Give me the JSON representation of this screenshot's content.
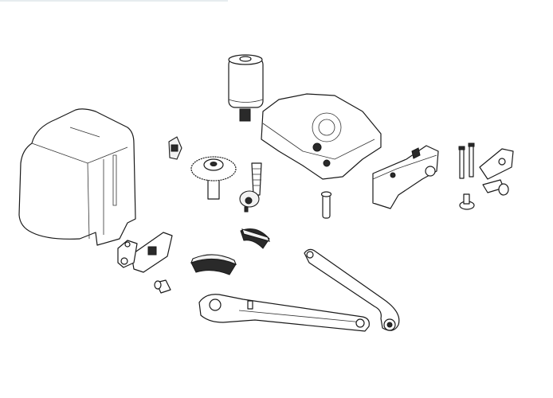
{
  "diagram": {
    "type": "exploded-parts-view",
    "line_color": "#1a1a1a",
    "background": "#ffffff",
    "parts": [
      "cover",
      "motor",
      "gearbox-housing",
      "connector",
      "gear",
      "worm-screw",
      "pin",
      "mounting-bracket",
      "bolts",
      "small-bracket",
      "screws",
      "limit-switch-plate",
      "cam-sector-upper",
      "cam-sector-lower",
      "small-screw",
      "arm-lower",
      "arm-upper"
    ]
  }
}
